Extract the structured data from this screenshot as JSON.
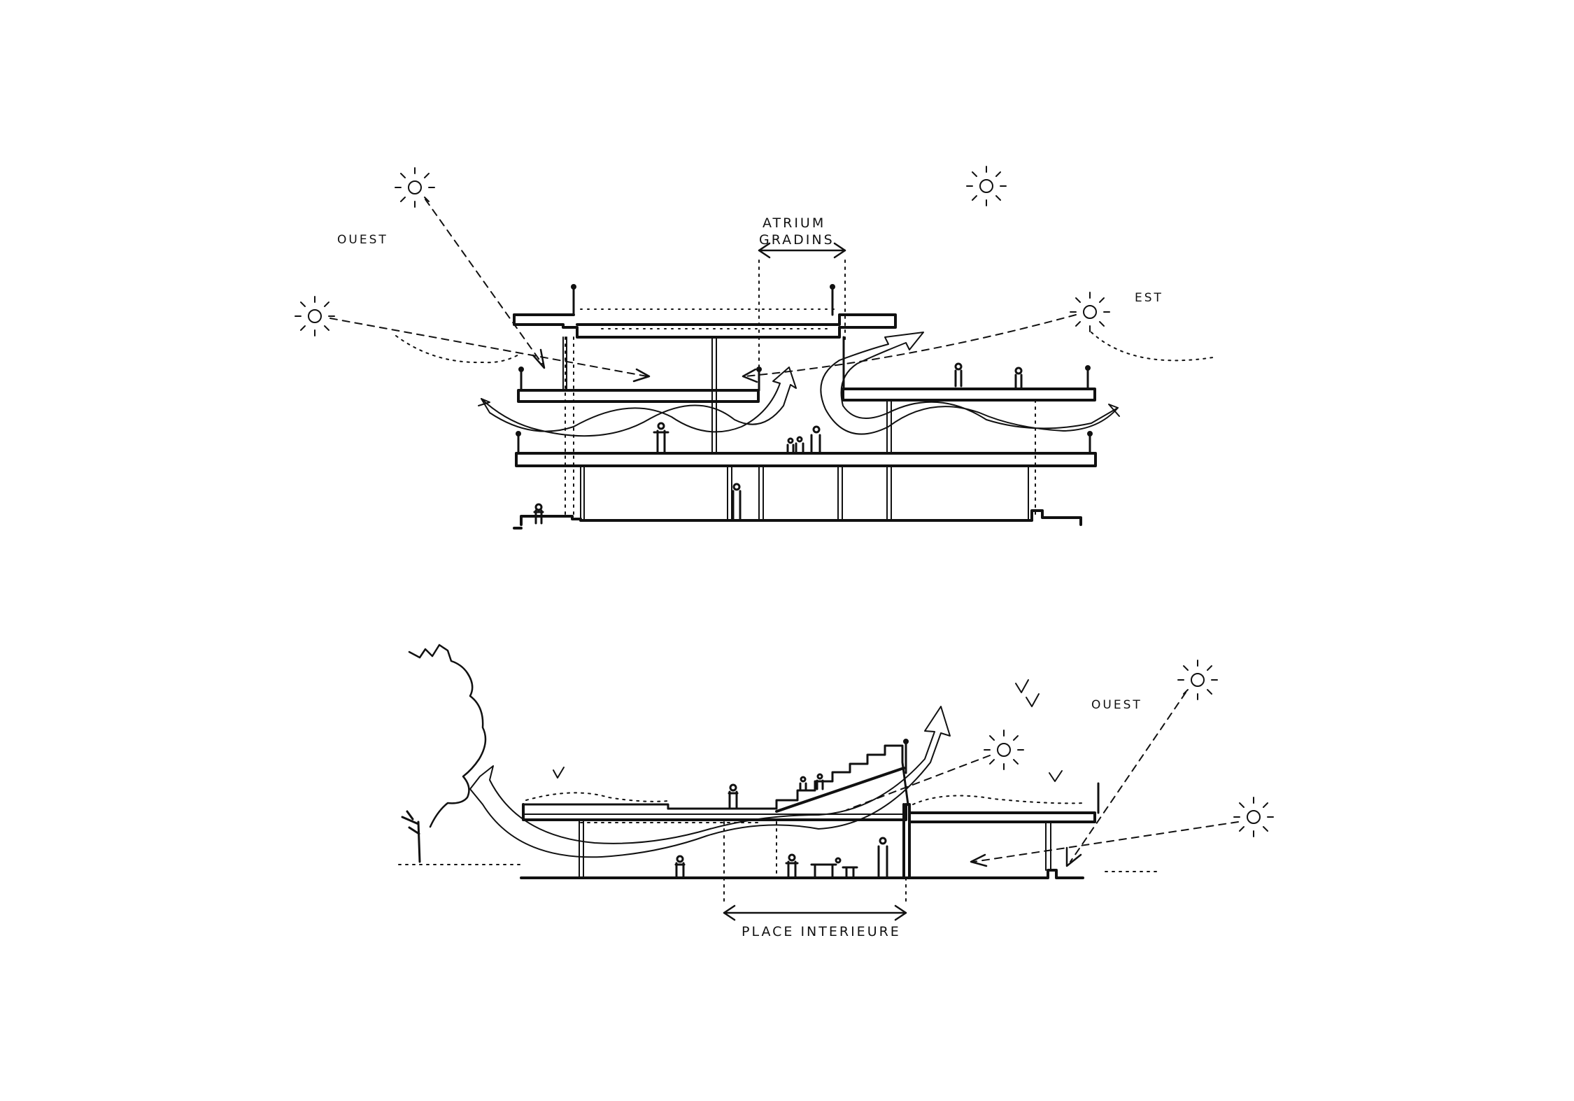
{
  "section_top": {
    "atrium_line1": "ATRIUM",
    "atrium_line2": "GRADINS",
    "west": "OUEST",
    "east": "EST"
  },
  "section_bottom": {
    "west": "OUEST",
    "place": "PLACE INTERIEURE"
  },
  "ink_color": "#111111",
  "paper_color": "#ffffff"
}
